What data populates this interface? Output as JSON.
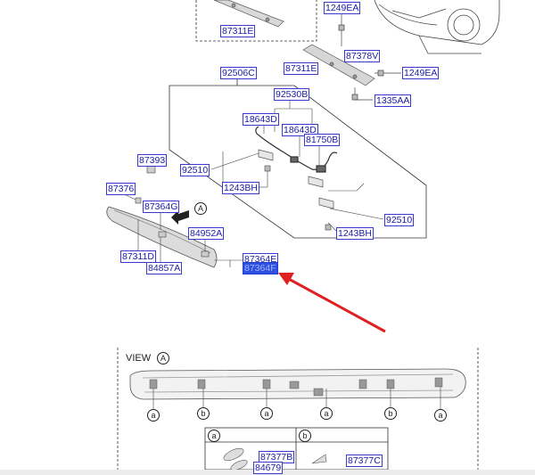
{
  "part_labels": [
    {
      "id": "87311E_top",
      "text": "87311E"
    },
    {
      "id": "1249EA_top",
      "text": "1249EA"
    },
    {
      "id": "87378V",
      "text": "87378V"
    },
    {
      "id": "87311E_mid",
      "text": "87311E"
    },
    {
      "id": "1249EA_mid",
      "text": "1249EA"
    },
    {
      "id": "92506C",
      "text": "92506C"
    },
    {
      "id": "92530B",
      "text": "92530B"
    },
    {
      "id": "1335AA",
      "text": "1335AA"
    },
    {
      "id": "18643D_a",
      "text": "18643D"
    },
    {
      "id": "18643D_b",
      "text": "18643D"
    },
    {
      "id": "81750B",
      "text": "81750B"
    },
    {
      "id": "87393",
      "text": "87393"
    },
    {
      "id": "92510_left",
      "text": "92510"
    },
    {
      "id": "87376",
      "text": "87376"
    },
    {
      "id": "1243BH_left",
      "text": "1243BH"
    },
    {
      "id": "87364G",
      "text": "87364G"
    },
    {
      "id": "84952A",
      "text": "84952A"
    },
    {
      "id": "1243BH_right",
      "text": "1243BH"
    },
    {
      "id": "92510_right",
      "text": "92510"
    },
    {
      "id": "87311D",
      "text": "87311D"
    },
    {
      "id": "84857A",
      "text": "84857A"
    },
    {
      "id": "87364E",
      "text": "87364E"
    },
    {
      "id": "87364F",
      "text": "87364F"
    },
    {
      "id": "87377B",
      "text": "87377B"
    },
    {
      "id": "84679",
      "text": "84679"
    },
    {
      "id": "87377C",
      "text": "87377C"
    }
  ],
  "view": {
    "label": "VIEW",
    "marker": "A"
  },
  "callout_marker": "A",
  "circle_markers": [
    "a",
    "b",
    "a",
    "a",
    "b",
    "a"
  ],
  "legend": {
    "a": "a",
    "b": "b"
  },
  "colors": {
    "label_text": "#1a1aa8",
    "label_border": "#3a3ad0",
    "selected_fill": "#2f4fe0",
    "arrow": "#e02020"
  }
}
